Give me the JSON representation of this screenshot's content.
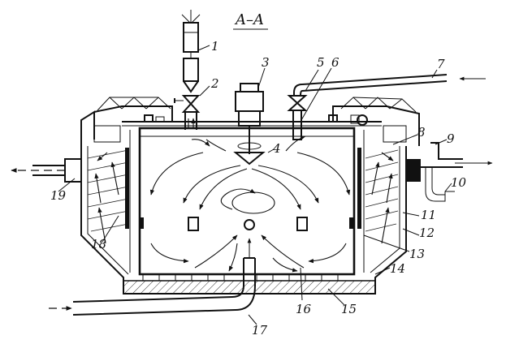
{
  "section_label": "A–A",
  "labels": {
    "l1": "1",
    "l2": "2",
    "l3": "3",
    "l4": "4",
    "l5": "5",
    "l6": "6",
    "l7": "7",
    "l8": "8",
    "l9": "9",
    "l10": "10",
    "l11": "11",
    "l12": "12",
    "l13": "13",
    "l14": "14",
    "l15": "15",
    "l16": "16",
    "l17": "17",
    "l18": "18",
    "l19": "19"
  }
}
